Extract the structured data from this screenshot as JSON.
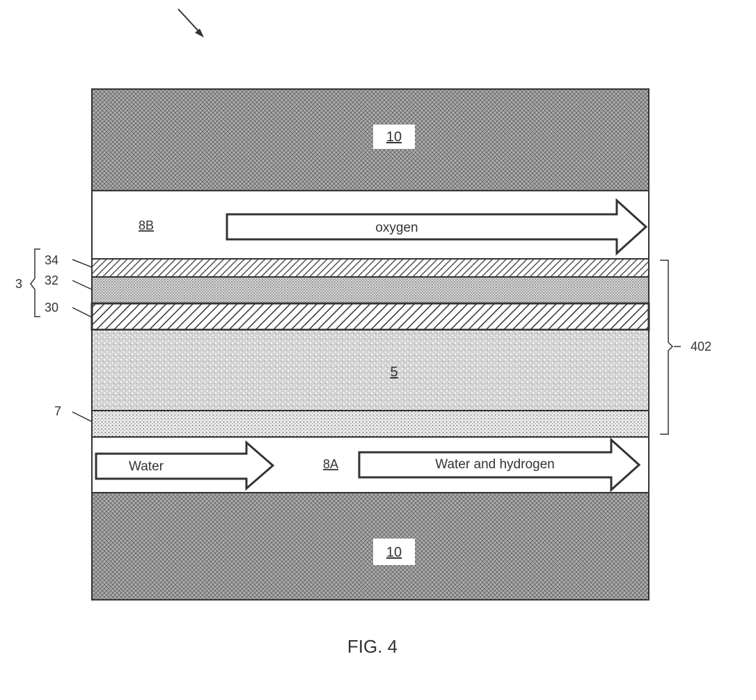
{
  "figure": {
    "caption": "FIG. 4"
  },
  "layers": {
    "top_plate": "10",
    "bottom_plate": "10",
    "anode_channel": "8B",
    "cathode_channel": "8A",
    "electrolyte": "5"
  },
  "flows": {
    "oxygen": "oxygen",
    "water_in": "Water",
    "water_out": "Water and hydrogen"
  },
  "callouts": {
    "electrode_group": "3",
    "layer_34": "34",
    "layer_32": "32",
    "layer_30": "30",
    "layer_7": "7",
    "assembly": "402"
  },
  "colors": {
    "line": "#333333",
    "plate_fill": "#9a9a9a"
  }
}
